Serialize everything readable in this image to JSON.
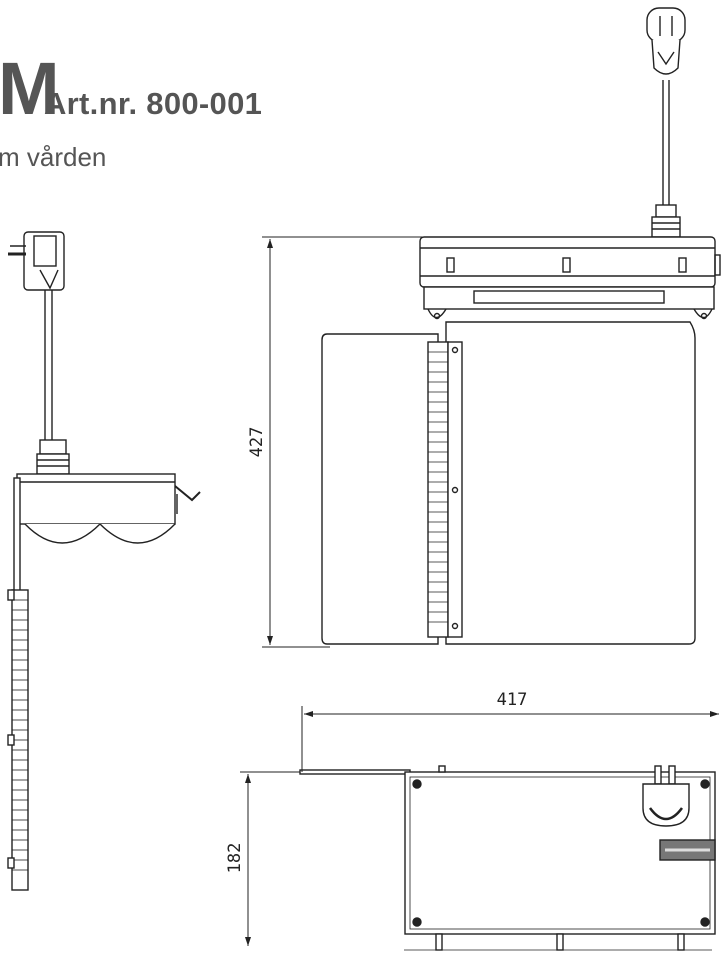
{
  "header": {
    "title_fragment": "M",
    "art_number": "Art.nr. 800-001",
    "subtitle": "m vården"
  },
  "dimensions": {
    "height": "427",
    "width": "417",
    "depth": "182"
  }
}
